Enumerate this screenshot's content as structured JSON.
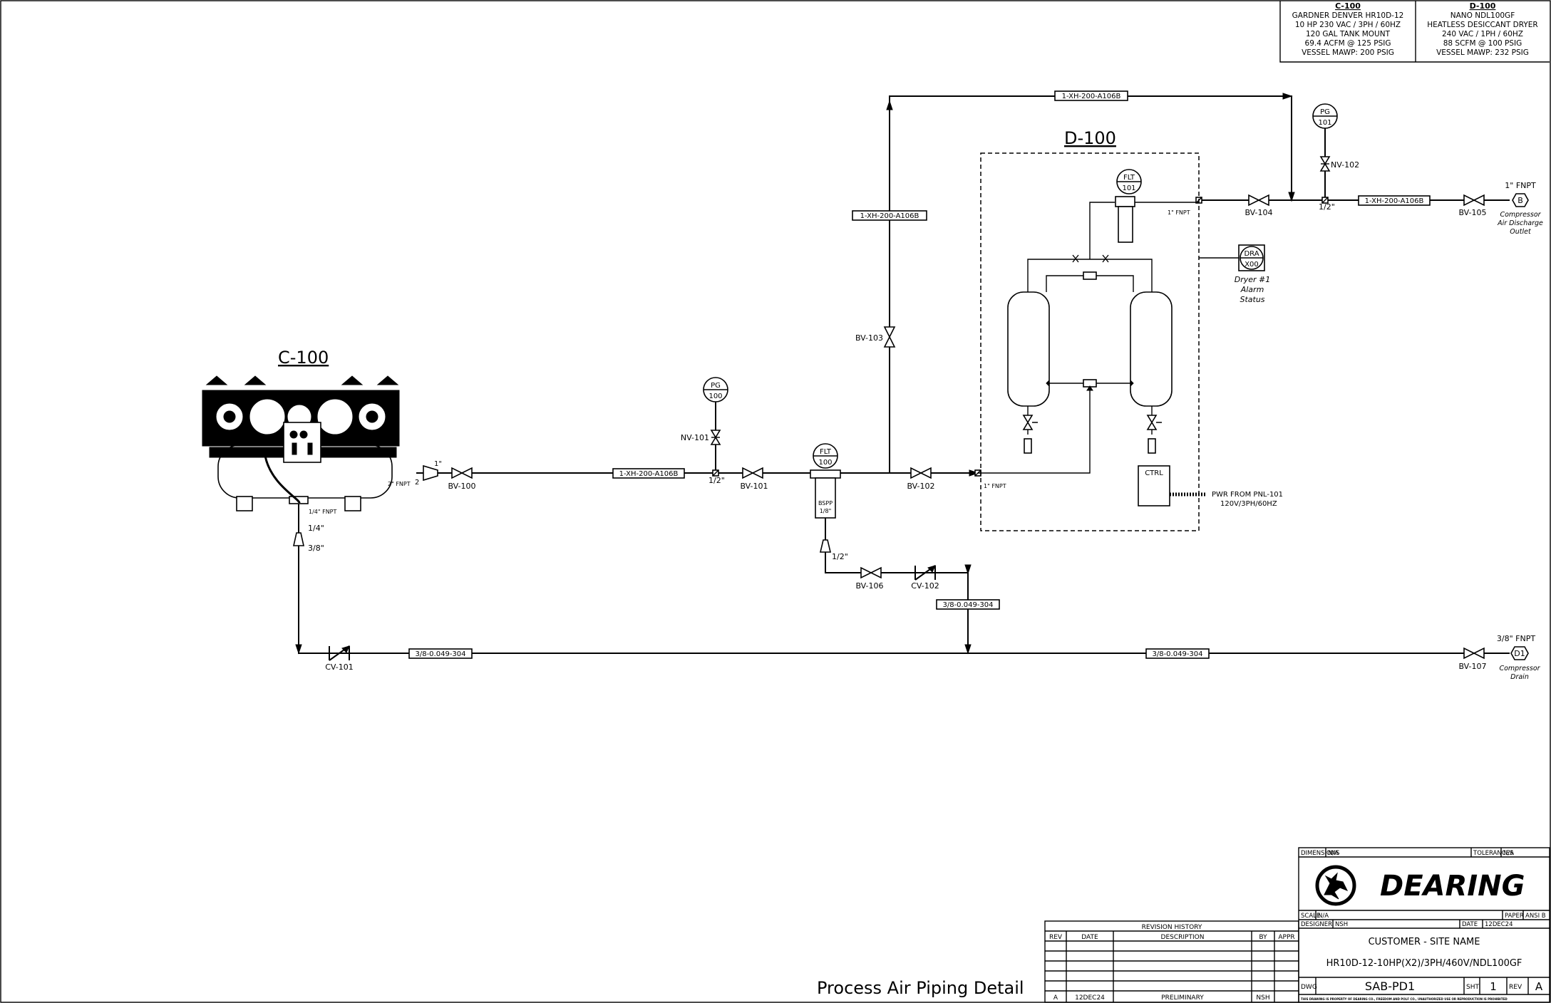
{
  "specs": {
    "c100": {
      "heading": "C-100",
      "lines": [
        "GARDNER DENVER HR10D-12",
        "10 HP 230 VAC / 3PH / 60HZ",
        "120 GAL TANK MOUNT",
        "69.4 ACFM @ 125 PSIG",
        "VESSEL MAWP: 200 PSIG"
      ]
    },
    "d100": {
      "heading": "D-100",
      "lines": [
        "NANO NDL100GF",
        "HEATLESS DESICCANT DRYER",
        "240 VAC / 1PH / 60HZ",
        "88 SCFM @ 100 PSIG",
        "VESSEL MAWP: 232 PSIG"
      ]
    }
  },
  "equipment": {
    "c100_label": "C-100",
    "d100_label": "D-100",
    "flt100": {
      "top": "FLT",
      "bottom": "100"
    },
    "flt101": {
      "top": "FLT",
      "bottom": "101"
    },
    "pg100": {
      "top": "PG",
      "bottom": "100"
    },
    "pg101": {
      "top": "PG",
      "bottom": "101"
    },
    "dra": {
      "top": "DRA",
      "bottom": "X00"
    },
    "ctrl": "CTRL",
    "bspp": [
      "BSPP",
      "1/8\""
    ]
  },
  "lines": {
    "main_1": "1-XH-200-A106B",
    "bypass_vert": "1-XH-200-A106B",
    "bypass_top": "1-XH-200-A106B",
    "outlet": "1-XH-200-A106B",
    "drain_1": "3/8-0.049-304",
    "drain_2": "3/8-0.049-304",
    "drain_branch": "3/8-0.049-304"
  },
  "valves": {
    "bv100": "BV-100",
    "bv101": "BV-101",
    "bv102": "BV-102",
    "bv103": "BV-103",
    "bv104": "BV-104",
    "bv105": "BV-105",
    "bv106": "BV-106",
    "bv107": "BV-107",
    "nv101": "NV-101",
    "nv102": "NV-102",
    "cv101": "CV-101",
    "cv102": "CV-102"
  },
  "sizes": {
    "c100_out": "2\" FNPT",
    "reducer_1_top": "1\"",
    "reducer_1_left": "2",
    "half_main": "1/2\"",
    "half_outlet": "1/2\"",
    "drain_quarter": "1/4\" FNPT",
    "reducer_2_top": "1/4\"",
    "reducer_2_bottom": "3/8\"",
    "reducer_3": "1/2\"",
    "d100_in": "1\" FNPT",
    "d100_out": "1\" FNPT",
    "outlet_size": "1\" FNPT",
    "drain_size": "3/8\" FNPT"
  },
  "terminals": {
    "b": "B",
    "d1": "D1",
    "outlet_desc": [
      "Compressor",
      "Air Discharge",
      "Outlet"
    ],
    "drain_desc": [
      "Compressor",
      "Drain"
    ]
  },
  "dryer_alarm": [
    "Dryer #1",
    "Alarm",
    "Status"
  ],
  "power": [
    "PWR FROM PNL-101",
    "120V/3PH/60HZ"
  ],
  "drawing_title": "Process Air Piping Detail",
  "revision": {
    "title": "REVISION HISTORY",
    "headers": [
      "REV",
      "DATE",
      "DESCRIPTION",
      "BY",
      "APPR"
    ],
    "rows": [
      [
        "",
        "",
        "",
        "",
        ""
      ],
      [
        "",
        "",
        "",
        "",
        ""
      ],
      [
        "",
        "",
        "",
        "",
        ""
      ],
      [
        "",
        "",
        "",
        "",
        ""
      ],
      [
        "",
        "",
        "",
        "",
        ""
      ],
      [
        "A",
        "12DEC24",
        "PRELIMINARY",
        "NSH",
        ""
      ]
    ]
  },
  "title_block": {
    "dimensions_label": "DIMENSIONS",
    "dimensions": "N/A",
    "tolerances_label": "TOLERANCES",
    "tolerances": "N/A",
    "logo_text": "DEARING",
    "scale_label": "SCALE",
    "scale": "N/A",
    "paper_label": "PAPER",
    "paper": "ANSI B",
    "designer_label": "DESIGNER",
    "designer": "NSH",
    "date_label": "DATE",
    "date": "12DEC24",
    "customer": "CUSTOMER - SITE NAME",
    "description": "HR10D-12-10HP(X2)/3PH/460V/NDL100GF",
    "dwg_label": "DWG",
    "dwg": "SAB-PD1",
    "sht_label": "SHT",
    "sht": "1",
    "rev_label": "REV",
    "rev": "A",
    "footer": "THIS DRAWING IS PROPERTY OF DEARING CO., FREEDOM AND POLF CO., UNAUTHORIZED USE OR REPRODUCTION IS PROHIBITED"
  }
}
